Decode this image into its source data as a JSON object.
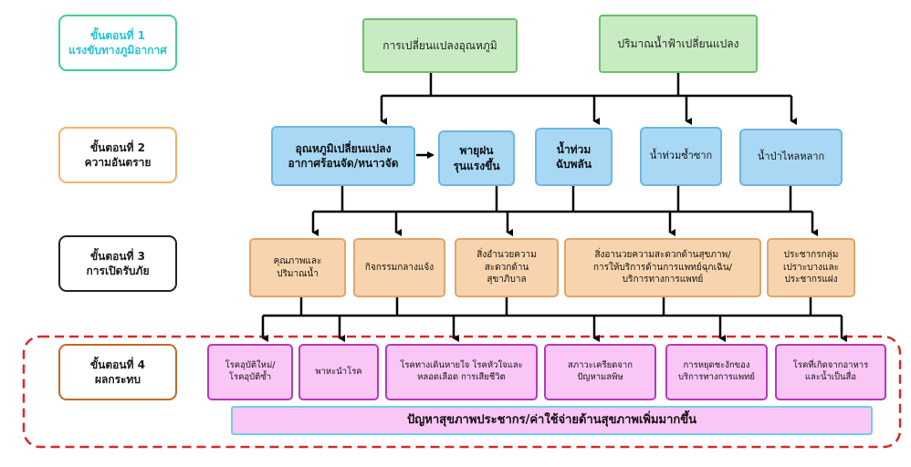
{
  "stages": {
    "s1": {
      "line1": "ขั้นตอนที่ 1",
      "line2": "แรงขับทางภูมิอากาศ"
    },
    "s2": {
      "line1": "ขั้นตอนที่ 2",
      "line2": "ความอันตราย"
    },
    "s3": {
      "line1": "ขั้นตอนที่ 3",
      "line2": "การเปิดรับภัย"
    },
    "s4": {
      "line1": "ขั้นตอนที่ 4",
      "line2": "ผลกระทบ"
    }
  },
  "drivers": [
    "การเปลี่ยนแปลงอุณหภูมิ",
    "ปริมาณน้ำฟ้าเปลี่ยนแปลง"
  ],
  "hazards": [
    "อุณหภูมิเปลี่ยนแปลง\nอากาศร้อนจัด/หนาวจัด",
    "พายุฝน\nรุนแรงขึ้น",
    "น้ำท่วม\nฉับพลัน",
    "น้ำท่วมซ้ำซาก",
    "น้ำป่าไหลหลาก"
  ],
  "exposures": [
    "คุณภาพและ\nปริมาณน้ำ",
    "กิจกรรมกลางแจ้ง",
    "สิ่งอำนวยความ\nสะดวกด้าน\nสุขาภิบาล",
    "สิ่งอานวยความสะดวกด้านสุขภาพ/\nการให้บริการด้านการแพทย์ฉุกเฉิน/\nบริการทางการแพทย์",
    "ประชากรกลุ่ม\nเปราะบางและ\nประชากรแฝง"
  ],
  "impacts": [
    "โรคอุบัติใหม่/\nโรคอุบัติซ้ำ",
    "พาหะนำโรค",
    "โรคทางเดินหายใจ โรคหัวใจและ\nหลอดเลือด การเสียชีวิต",
    "สภาวะเครียดจาก\nปัญหามลพิษ",
    "การหยุดชะงักของ\nบริการทางการแพทย์",
    "โรคที่เกิดจากอาหาร\nและน้ำเป็นสื่อ"
  ],
  "outcome": "ปัญหาสุขภาพประชากร/ค่าใช้จ่ายด้านสุขภาพเพิ่มมากขึ้น",
  "colors": {
    "green_fill": "#c8ebc3",
    "blue_fill": "#a9d8f5",
    "orange_fill": "#f7d4ad",
    "pink_fill": "#f9c6f5",
    "dash_border": "#d42a2a"
  }
}
